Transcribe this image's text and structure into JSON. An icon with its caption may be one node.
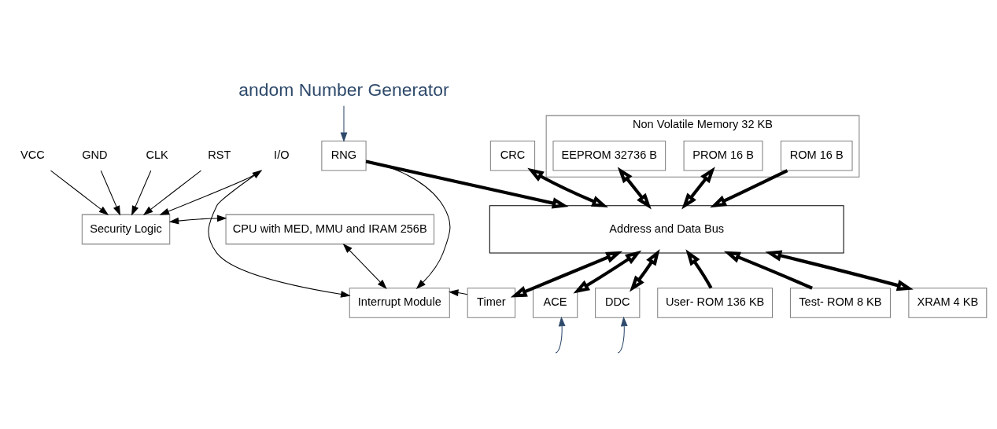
{
  "diagram": {
    "nodes": [
      {
        "text": [
          "andom Number Generator"
        ]
      },
      {
        "text": [
          "RNG"
        ]
      },
      {
        "text": [
          "CRC"
        ]
      },
      {
        "text": [
          "Non Volatile Memory 32 KB"
        ]
      },
      {
        "text": [
          "ROM 16 B"
        ],
        "in": 3
      },
      {
        "text": [
          "PROM 16 B"
        ],
        "in": 3
      },
      {
        "text": [
          "EEPROM 32736 B"
        ],
        "in": 3
      },
      {
        "text": [
          "VCC"
        ]
      },
      {
        "text": [
          "GND"
        ]
      },
      {
        "text": [
          "CLK"
        ]
      },
      {
        "text": [
          "RST"
        ]
      },
      {
        "text": [
          "I/O"
        ]
      },
      {
        "text": [
          "Security Logic"
        ]
      },
      {
        "text": [
          "CPU with MED, MMU and IRAM 256B"
        ]
      },
      {
        "text": [
          "Address and Data Bus"
        ]
      },
      {
        "text": [
          "Interrupt Module"
        ]
      },
      {
        "text": [
          "Timer"
        ]
      },
      {
        "text": [
          "ACE"
        ]
      },
      {
        "text": [
          "DDC"
        ]
      },
      {
        "text": [
          "User- ROM 136 KB"
        ]
      },
      {
        "text": [
          "Test- ROM 8 KB"
        ]
      },
      {
        "text": [
          "XRAM 4 KB"
        ]
      }
    ],
    "edges": [
      {
        "from": 0,
        "to": 1,
        "arrow": "to",
        "color": "#2e4a6b"
      },
      {
        "from": 7,
        "to": 12,
        "arrow": "to"
      },
      {
        "from": 8,
        "to": 12,
        "arrow": "to"
      },
      {
        "from": 9,
        "to": 12,
        "arrow": "to"
      },
      {
        "from": 10,
        "to": 12,
        "arrow": "to"
      },
      {
        "from": 11,
        "to": 12,
        "arrow": "to"
      },
      {
        "from": 11,
        "to": 15,
        "arrow": "both"
      },
      {
        "from": 12,
        "to": 13,
        "arrow": "both"
      },
      {
        "from": 13,
        "to": 15,
        "arrow": "both"
      },
      {
        "from": 1,
        "to": 15,
        "arrow": "to"
      },
      {
        "from": 16,
        "to": 15,
        "arrow": "to"
      },
      {
        "from": 1,
        "to": 14,
        "arrow": "to",
        "style": "thick"
      },
      {
        "from": 2,
        "to": 14,
        "arrow": "both",
        "style": "thick"
      },
      {
        "from": 4,
        "to": 14,
        "arrow": "to",
        "style": "thick"
      },
      {
        "from": 5,
        "to": 14,
        "arrow": "both",
        "style": "thick"
      },
      {
        "from": 6,
        "to": 14,
        "arrow": "both",
        "style": "thick"
      },
      {
        "from": 16,
        "to": 14,
        "arrow": "both",
        "style": "thick"
      },
      {
        "from": 17,
        "to": 14,
        "arrow": "both",
        "style": "thick"
      },
      {
        "from": 18,
        "to": 14,
        "arrow": "both",
        "style": "thick"
      },
      {
        "from": 19,
        "to": 14,
        "arrow": "to",
        "style": "thick"
      },
      {
        "from": 20,
        "to": 14,
        "arrow": "to",
        "style": "thick"
      },
      {
        "from": 21,
        "to": 14,
        "arrow": "both",
        "style": "thick"
      },
      {
        "from": null,
        "to": 17,
        "arrow": "to",
        "color": "#2e4a6b"
      },
      {
        "from": null,
        "to": 18,
        "arrow": "to",
        "color": "#2e4a6b"
      }
    ]
  }
}
